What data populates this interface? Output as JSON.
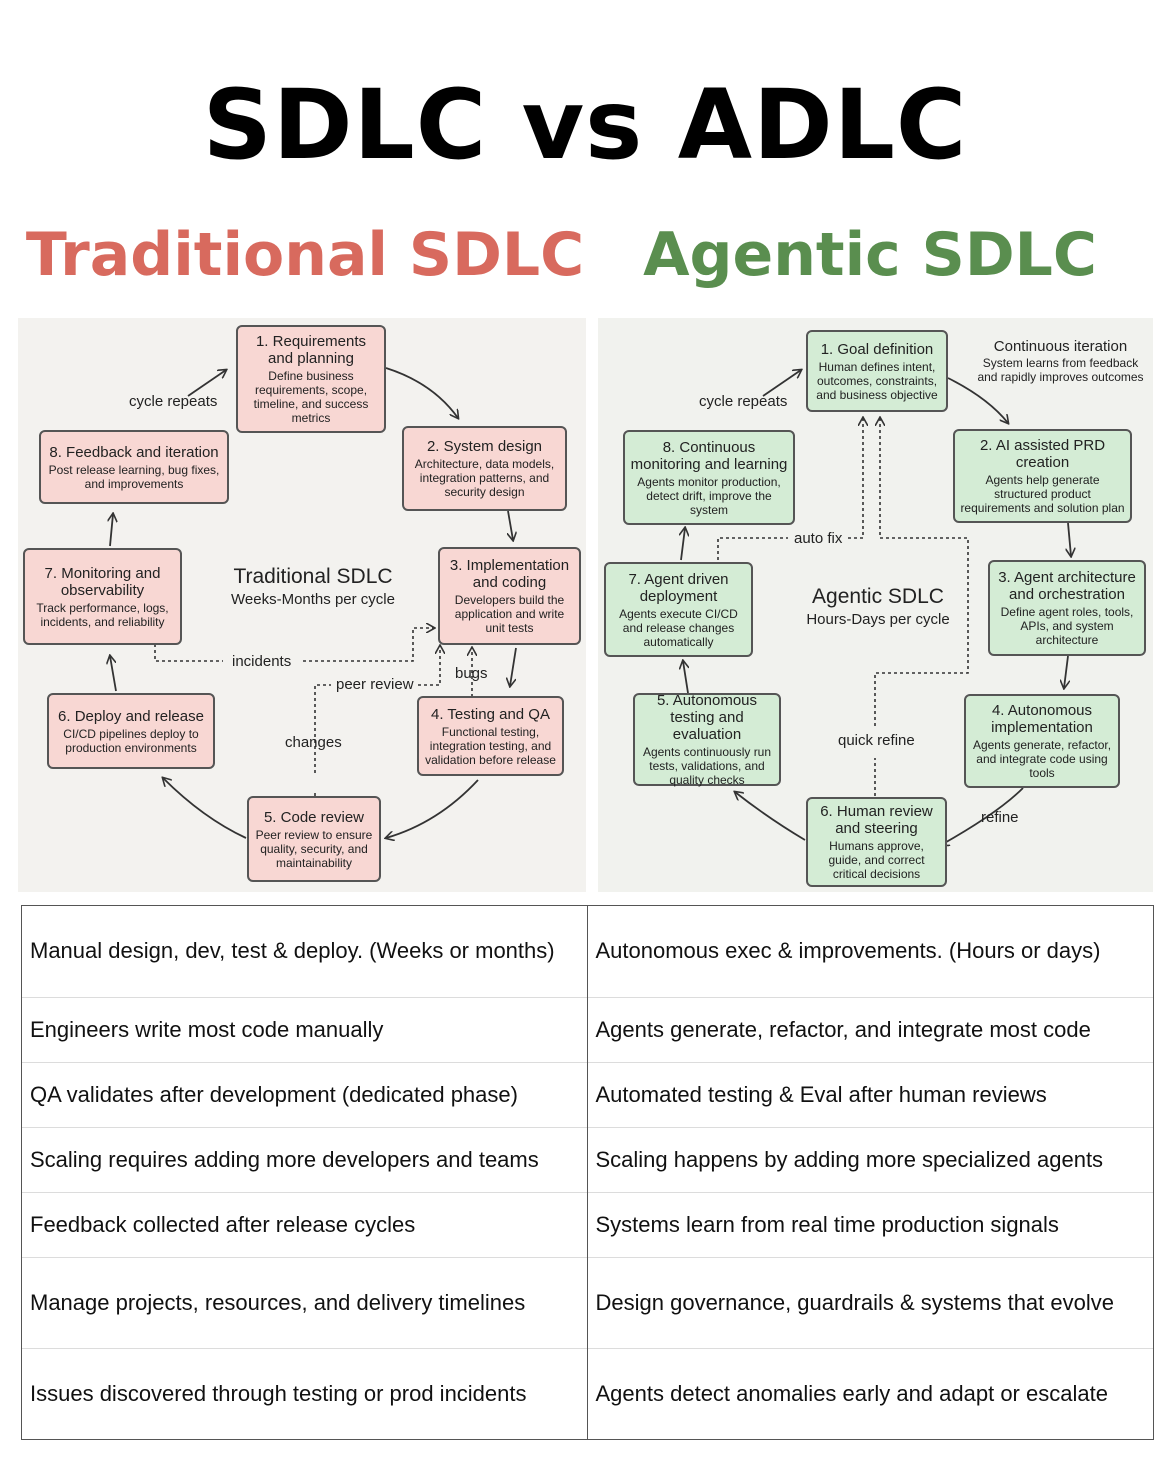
{
  "title": "SDLC vs ADLC",
  "left_heading": "Traditional SDLC",
  "right_heading": "Agentic SDLC",
  "traditional": {
    "center_title": "Traditional SDLC",
    "center_subtitle": "Weeks-Months per cycle",
    "steps": [
      {
        "title": "1. Requirements and planning",
        "desc": "Define business requirements, scope, timeline, and success metrics"
      },
      {
        "title": "2. System design",
        "desc": "Architecture, data models, integration patterns, and security design"
      },
      {
        "title": "3. Implementation and coding",
        "desc": "Developers build the application and write unit tests"
      },
      {
        "title": "4. Testing and QA",
        "desc": "Functional testing, integration testing, and validation before release"
      },
      {
        "title": "5. Code review",
        "desc": "Peer review to ensure quality, security, and maintainability"
      },
      {
        "title": "6. Deploy and release",
        "desc": "CI/CD pipelines deploy to production environments"
      },
      {
        "title": "7. Monitoring and observability",
        "desc": "Track performance, logs, incidents, and reliability"
      },
      {
        "title": "8. Feedback and iteration",
        "desc": "Post release learning, bug fixes, and improvements"
      }
    ],
    "labels": {
      "cycle_repeats": "cycle repeats",
      "incidents": "incidents",
      "bugs": "bugs",
      "peer_review": "peer review",
      "changes": "changes"
    }
  },
  "agentic": {
    "center_title": "Agentic SDLC",
    "center_subtitle": "Hours-Days per cycle",
    "continuous": {
      "title": "Continuous iteration",
      "desc": "System learns from feedback and rapidly improves outcomes"
    },
    "steps": [
      {
        "title": "1. Goal definition",
        "desc": "Human defines intent, outcomes, constraints, and business objective"
      },
      {
        "title": "2. AI assisted PRD creation",
        "desc": "Agents help generate structured product requirements and solution plan"
      },
      {
        "title": "3. Agent architecture and orchestration",
        "desc": "Define agent roles, tools, APIs, and system architecture"
      },
      {
        "title": "4. Autonomous implementation",
        "desc": "Agents generate, refactor, and integrate code using tools"
      },
      {
        "title": "5. Autonomous testing and evaluation",
        "desc": "Agents continuously run tests, validations, and quality checks"
      },
      {
        "title": "6. Human review and steering",
        "desc": "Humans approve, guide, and correct critical decisions"
      },
      {
        "title": "7. Agent driven deployment",
        "desc": "Agents execute CI/CD and release changes automatically"
      },
      {
        "title": "8. Continuous monitoring and learning",
        "desc": "Agents monitor production, detect drift, improve the system"
      }
    ],
    "labels": {
      "cycle_repeats": "cycle repeats",
      "auto_fix": "auto fix",
      "quick_refine": "quick refine",
      "refine": "refine"
    }
  },
  "comparison": [
    [
      "Manual design, dev, test & deploy. (Weeks or months)",
      "Autonomous exec & improvements. (Hours or days)"
    ],
    [
      "Engineers write most code manually",
      "Agents generate, refactor, and integrate most code"
    ],
    [
      "QA validates after development (dedicated phase)",
      "Automated testing & Eval after human reviews"
    ],
    [
      "Scaling requires adding more developers and teams",
      "Scaling happens by adding more specialized agents"
    ],
    [
      "Feedback collected after release cycles",
      "Systems learn from real time production signals"
    ],
    [
      "Manage projects, resources, and delivery timelines",
      "Design governance, guardrails & systems that evolve"
    ],
    [
      "Issues discovered through testing or prod incidents",
      "Agents detect anomalies early and adapt or escalate"
    ]
  ]
}
